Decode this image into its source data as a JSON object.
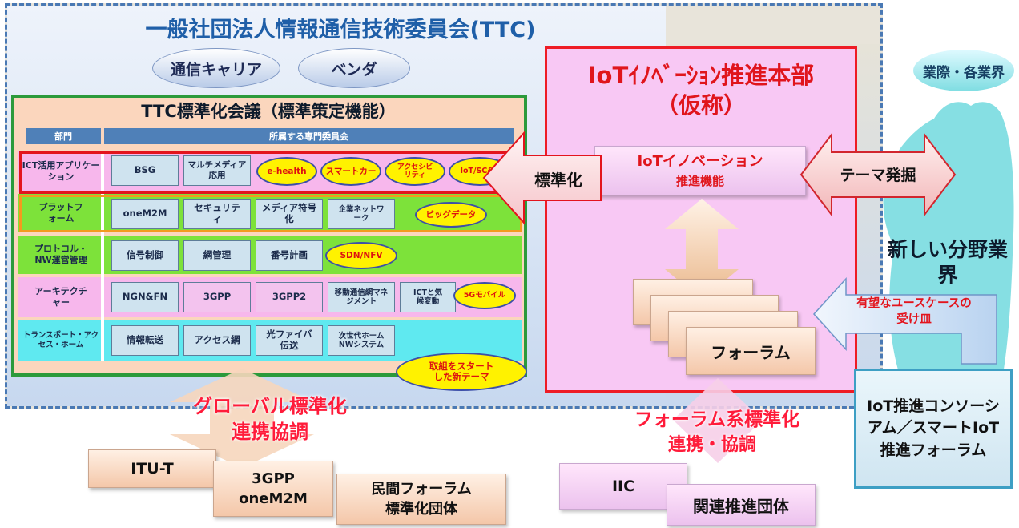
{
  "ttc": {
    "title": "一般社団法人情報通信技術委員会(TTC)",
    "carrier": "通信キャリア",
    "vendor": "ベンダ"
  },
  "conference": {
    "title": "TTC標準化会議（標準策定機能）",
    "header_dept": "部門",
    "header_committees": "所属する専門委員会",
    "rows": [
      {
        "dept": "ICT活用アプリケーション",
        "cells": [
          "BSG",
          "マルチメディア応用"
        ],
        "new": [
          "e-health",
          "スマートカー",
          "アクセシビリティ",
          "IoT/SC&C"
        ]
      },
      {
        "dept": "プラットフォーム",
        "cells": [
          "oneM2M",
          "セキュリティ",
          "メディア符号化",
          "企業ネットワーク"
        ],
        "new": [
          "ビッグデータ"
        ]
      },
      {
        "dept": "プロトコル・NW運営管理",
        "cells": [
          "信号制御",
          "網管理",
          "番号計画"
        ],
        "new": [
          "SDN/NFV"
        ]
      },
      {
        "dept": "アーキテクチャー",
        "cells": [
          "NGN&FN",
          "3GPP",
          "3GPP2",
          "移動通信網マネジメント",
          "ICTと気候変動"
        ],
        "new": [
          "5Gモバイル"
        ]
      },
      {
        "dept": "トランスポート・アクセス・ホーム",
        "cells": [
          "情報転送",
          "アクセス網",
          "光ファイバ伝送",
          "次世代ホームNWシステム"
        ],
        "new": []
      }
    ],
    "legend_new": "取組をスタートした新テーマ"
  },
  "iot": {
    "title_line1": "IoTｲﾉﾍﾞｰｼｮﾝ推進本部",
    "title_line2": "（仮称）",
    "function_line1": "IoTイノベーション",
    "function_line2": "推進機能",
    "forum": "フォーラム"
  },
  "arrows": {
    "standardize": "標準化",
    "theme": "テーマ発掘",
    "usecase": "有望なユースケースの受け皿"
  },
  "industry": {
    "oval": "業際・各業界",
    "new_field": "新しい分野業界"
  },
  "consortium": "IoT推進コンソーシアム／スマートIoT推進フォーラム",
  "global": {
    "label_line1": "グローバル標準化",
    "label_line2": "連携協調",
    "orgs": [
      "ITU-T",
      "3GPP oneM2M",
      "民間フォーラム標準化団体"
    ]
  },
  "forum_std": {
    "label_line1": "フォーラム系標準化",
    "label_line2": "連携・協調",
    "orgs": [
      "IIC",
      "関連推進団体"
    ]
  },
  "colors": {
    "red": "#e0151c",
    "blue_title": "#1f5fa8",
    "green_border": "#2c9a3b",
    "new_theme_yellow": "#fff200"
  }
}
